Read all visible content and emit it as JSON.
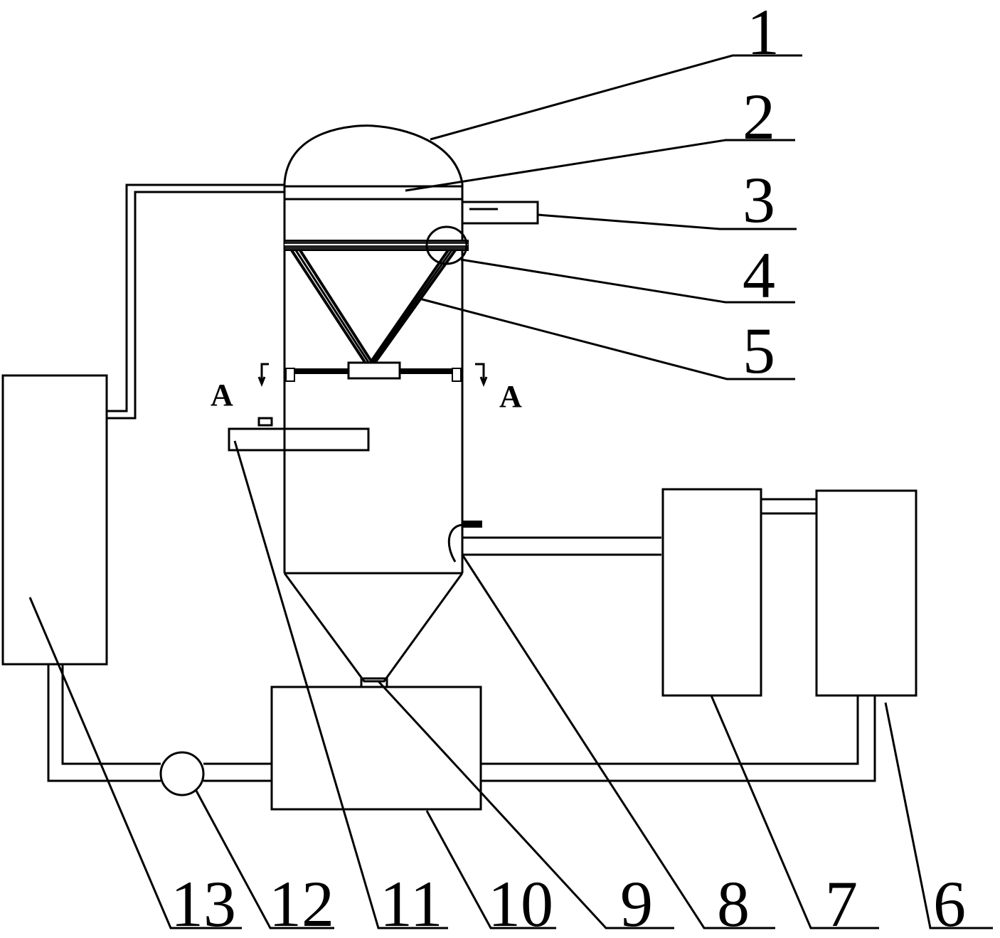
{
  "labels": {
    "n1": "1",
    "n2": "2",
    "n3": "3",
    "n4": "4",
    "n5": "5",
    "n6": "6",
    "n7": "7",
    "n8": "8",
    "n9": "9",
    "n10": "10",
    "n11": "11",
    "n12": "12",
    "n13": "13"
  },
  "section": {
    "left": "A",
    "right": "A"
  }
}
